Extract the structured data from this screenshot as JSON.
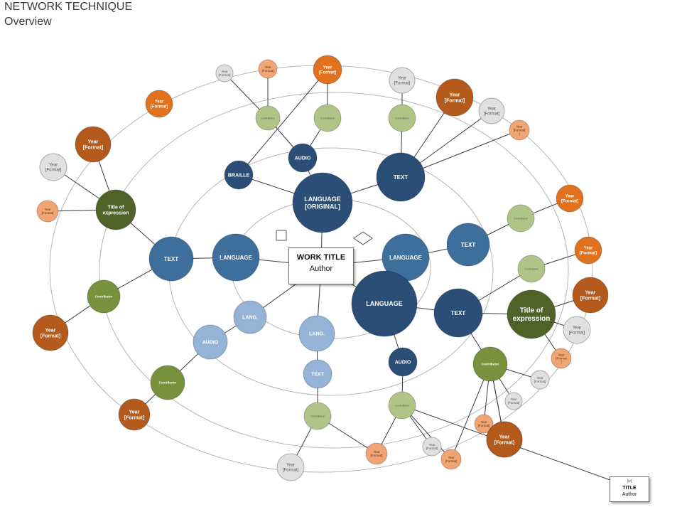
{
  "header": {
    "title": "NETWORK TECHNIQUE",
    "subtitle": "Overview"
  },
  "center": {
    "title": "WORK TITLE",
    "author": "Author"
  },
  "legend": {
    "small": "[w]",
    "title": "TITLE",
    "author": "Author"
  },
  "colors": {
    "dark_blue": "#2a4e76",
    "mid_blue": "#3d6e9c",
    "light_blue": "#94b3d6",
    "dark_green": "#4f6228",
    "olive_green": "#76923c",
    "light_green": "#afc487",
    "dark_orange": "#b45a1c",
    "orange": "#e2711d",
    "light_orange": "#f1a574",
    "gray": "#e0e0e0"
  },
  "nodes": [
    {
      "id": "lang-orig",
      "lines": [
        "LANGUAGE",
        "[ORIGINAL]"
      ],
      "color": "dark_blue"
    },
    {
      "id": "lang-right",
      "lines": [
        "LANGUAGE"
      ],
      "color": "mid_blue"
    },
    {
      "id": "lang-left",
      "lines": [
        "LANGUAGE"
      ],
      "color": "mid_blue"
    },
    {
      "id": "lang-big",
      "lines": [
        "LANGUAGE"
      ],
      "color": "dark_blue"
    },
    {
      "id": "lang-a",
      "lines": [
        "LANG."
      ],
      "color": "light_blue"
    },
    {
      "id": "lang-b",
      "lines": [
        "LANG."
      ],
      "color": "light_blue"
    },
    {
      "id": "braille",
      "lines": [
        "BRAILLE"
      ],
      "color": "dark_blue"
    },
    {
      "id": "audio-top",
      "lines": [
        "AUDIO"
      ],
      "color": "dark_blue"
    },
    {
      "id": "text-top",
      "lines": [
        "TEXT"
      ],
      "color": "dark_blue"
    },
    {
      "id": "text-right",
      "lines": [
        "TEXT"
      ],
      "color": "mid_blue"
    },
    {
      "id": "text-left",
      "lines": [
        "TEXT"
      ],
      "color": "mid_blue"
    },
    {
      "id": "text-bigright",
      "lines": [
        "TEXT"
      ],
      "color": "dark_blue"
    },
    {
      "id": "audio-left",
      "lines": [
        "AUDIO"
      ],
      "color": "light_blue"
    },
    {
      "id": "text-bottom",
      "lines": [
        "TEXT"
      ],
      "color": "light_blue"
    },
    {
      "id": "audio-bottom",
      "lines": [
        "AUDIO"
      ],
      "color": "dark_blue"
    },
    {
      "id": "toe-left",
      "lines": [
        "Title of",
        "expression"
      ],
      "color": "dark_green"
    },
    {
      "id": "toe-right",
      "lines": [
        "Title of",
        "expression"
      ],
      "color": "dark_green"
    },
    {
      "id": "contrib-1",
      "lines": [
        "Contributor"
      ],
      "color": "light_green"
    },
    {
      "id": "contrib-2",
      "lines": [
        "Contributor"
      ],
      "color": "light_green"
    },
    {
      "id": "contrib-3",
      "lines": [
        "Contributor"
      ],
      "color": "light_green"
    },
    {
      "id": "contrib-4",
      "lines": [
        "Contributor"
      ],
      "color": "light_green"
    },
    {
      "id": "contrib-5",
      "lines": [
        "Contributor"
      ],
      "color": "light_green"
    },
    {
      "id": "contrib-6",
      "lines": [
        "Contributor"
      ],
      "color": "olive_green"
    },
    {
      "id": "contrib-7",
      "lines": [
        "Contributor"
      ],
      "color": "olive_green"
    },
    {
      "id": "contrib-8",
      "lines": [
        "Contributor"
      ],
      "color": "light_green"
    },
    {
      "id": "contrib-9",
      "lines": [
        "Contributor"
      ],
      "color": "light_green"
    },
    {
      "id": "contrib-10",
      "lines": [
        "Contributor"
      ],
      "color": "olive_green"
    },
    {
      "id": "year-1",
      "lines": [
        "Year",
        "[Format]"
      ],
      "color": "gray"
    },
    {
      "id": "year-2",
      "lines": [
        "Year",
        "[Format]"
      ],
      "color": "light_orange"
    },
    {
      "id": "year-3",
      "lines": [
        "Year",
        "[Format]"
      ],
      "color": "orange"
    },
    {
      "id": "year-4",
      "lines": [
        "Year",
        "[Format]"
      ],
      "color": "gray"
    },
    {
      "id": "year-5",
      "lines": [
        "Year",
        "[Format]"
      ],
      "color": "dark_orange"
    },
    {
      "id": "year-6",
      "lines": [
        "Year",
        "[Format]"
      ],
      "color": "gray"
    },
    {
      "id": "year-7",
      "lines": [
        "Year",
        "[Format]",
        "]"
      ],
      "color": "light_orange"
    },
    {
      "id": "year-8",
      "lines": [
        "Year",
        "[Format]"
      ],
      "color": "orange"
    },
    {
      "id": "year-9",
      "lines": [
        "Year",
        "[Format]"
      ],
      "color": "dark_orange"
    },
    {
      "id": "year-10",
      "lines": [
        "Year",
        "[Format]"
      ],
      "color": "gray"
    },
    {
      "id": "year-11",
      "lines": [
        "Year",
        "[Format]"
      ],
      "color": "light_orange"
    },
    {
      "id": "year-12",
      "lines": [
        "Year",
        "[Format]"
      ],
      "color": "dark_orange"
    },
    {
      "id": "year-13",
      "lines": [
        "Year",
        "[Format]"
      ],
      "color": "orange"
    },
    {
      "id": "year-14",
      "lines": [
        "Year",
        "[Format]"
      ],
      "color": "orange"
    },
    {
      "id": "year-15",
      "lines": [
        "Year",
        "[Format]"
      ],
      "color": "dark_orange"
    },
    {
      "id": "year-16",
      "lines": [
        "Year",
        "[Format]"
      ],
      "color": "gray"
    },
    {
      "id": "year-17",
      "lines": [
        "Year",
        "[Format",
        "]"
      ],
      "color": "light_orange"
    },
    {
      "id": "year-18",
      "lines": [
        "Year",
        "[Format]"
      ],
      "color": "gray"
    },
    {
      "id": "year-19",
      "lines": [
        "Year",
        "[Format]"
      ],
      "color": "gray"
    },
    {
      "id": "year-20",
      "lines": [
        "Year",
        "[Format]"
      ],
      "color": "light_orange"
    },
    {
      "id": "year-21",
      "lines": [
        "Year",
        "[Format]"
      ],
      "color": "dark_orange"
    },
    {
      "id": "year-22",
      "lines": [
        "Year",
        "[Format]"
      ],
      "color": "gray"
    },
    {
      "id": "year-23",
      "lines": [
        "Year",
        "[Format]"
      ],
      "color": "light_orange"
    },
    {
      "id": "year-24",
      "lines": [
        "Year",
        "[Format]"
      ],
      "color": "light_orange"
    },
    {
      "id": "year-25",
      "lines": [
        "Year",
        "[Format]"
      ],
      "color": "dark_orange"
    },
    {
      "id": "year-26",
      "lines": [
        "Year",
        "[Format]"
      ],
      "color": "gray"
    },
    {
      "id": "year-27",
      "lines": [
        "Year",
        "[Format]"
      ],
      "color": "dark_orange"
    }
  ],
  "edges": [
    [
      "center",
      "lang-orig"
    ],
    [
      "center",
      "lang-right"
    ],
    [
      "center",
      "lang-left"
    ],
    [
      "center",
      "lang-big"
    ],
    [
      "center",
      "lang-a"
    ],
    [
      "center",
      "lang-b"
    ],
    [
      "lang-orig",
      "braille"
    ],
    [
      "lang-orig",
      "audio-top"
    ],
    [
      "lang-orig",
      "text-top"
    ],
    [
      "lang-right",
      "text-right"
    ],
    [
      "lang-left",
      "text-left"
    ],
    [
      "lang-big",
      "text-bigright"
    ],
    [
      "lang-big",
      "audio-bottom"
    ],
    [
      "lang-a",
      "audio-left"
    ],
    [
      "lang-b",
      "text-bottom"
    ],
    [
      "braille",
      "year-3"
    ],
    [
      "audio-top",
      "contrib-1"
    ],
    [
      "audio-top",
      "contrib-2"
    ],
    [
      "contrib-1",
      "year-1"
    ],
    [
      "contrib-1",
      "year-2"
    ],
    [
      "contrib-2",
      "year-3"
    ],
    [
      "text-top",
      "contrib-3"
    ],
    [
      "text-top",
      "year-5"
    ],
    [
      "text-top",
      "year-6"
    ],
    [
      "text-top",
      "year-7"
    ],
    [
      "contrib-3",
      "year-4"
    ],
    [
      "text-right",
      "contrib-4"
    ],
    [
      "contrib-4",
      "year-8"
    ],
    [
      "text-left",
      "toe-left"
    ],
    [
      "text-left",
      "contrib-6"
    ],
    [
      "toe-left",
      "year-9"
    ],
    [
      "toe-left",
      "year-10"
    ],
    [
      "toe-left",
      "year-11"
    ],
    [
      "contrib-6",
      "year-12"
    ],
    [
      "text-bigright",
      "toe-right"
    ],
    [
      "text-bigright",
      "contrib-5"
    ],
    [
      "text-bigright",
      "contrib-10"
    ],
    [
      "contrib-5",
      "year-13"
    ],
    [
      "toe-right",
      "year-15"
    ],
    [
      "toe-right",
      "year-16"
    ],
    [
      "toe-right",
      "year-17"
    ],
    [
      "audio-left",
      "contrib-7"
    ],
    [
      "contrib-7",
      "year-21"
    ],
    [
      "text-bottom",
      "contrib-8"
    ],
    [
      "contrib-8",
      "year-22"
    ],
    [
      "contrib-8",
      "year-23"
    ],
    [
      "audio-bottom",
      "contrib-9"
    ],
    [
      "contrib-9",
      "year-23"
    ],
    [
      "contrib-9",
      "year-24"
    ],
    [
      "contrib-9",
      "year-26"
    ],
    [
      "contrib-9",
      "legend"
    ],
    [
      "contrib-10",
      "year-18"
    ],
    [
      "contrib-10",
      "year-19"
    ],
    [
      "contrib-10",
      "year-20"
    ],
    [
      "contrib-10",
      "year-24"
    ],
    [
      "contrib-10",
      "year-25"
    ],
    [
      "contrib-10",
      "year-27"
    ]
  ]
}
